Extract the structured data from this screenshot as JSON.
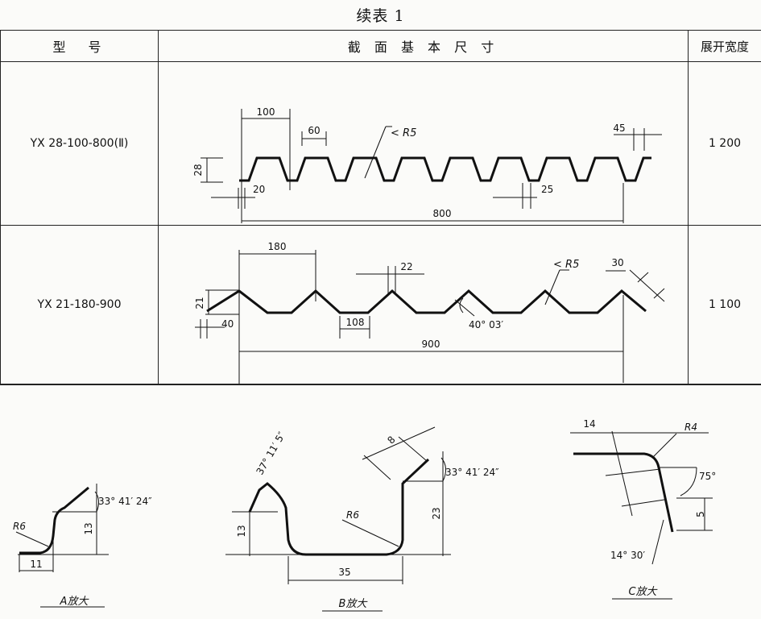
{
  "title": "续表 1",
  "table": {
    "headers": {
      "model": "型　号",
      "section": "截 面 基 本 尺 寸",
      "width": "展开宽度"
    },
    "rows": [
      {
        "model": "YX 28-100-800(Ⅱ)",
        "width": "1 200",
        "dims": {
          "pitch": "100",
          "top": "60",
          "radius": "R5",
          "edge": "45",
          "height": "28",
          "bottom": "20",
          "bottom2": "25",
          "total": "800"
        }
      },
      {
        "model": "YX 21-180-900",
        "width": "1 100",
        "dims": {
          "pitch": "180",
          "top": "22",
          "radius": "R5",
          "edge": "30",
          "height": "21",
          "bottom": "40",
          "flat": "108",
          "angle": "40° 03′",
          "total": "900"
        }
      }
    ]
  },
  "details": {
    "a": {
      "caption": "A放大",
      "radius": "R6",
      "angle": "33° 41′ 24″",
      "height": "13",
      "width": "11"
    },
    "b": {
      "caption": "B放大",
      "angle_left": "37° 11′ 5″",
      "angle_right": "33° 41′ 24″",
      "slant": "8",
      "h_left": "13",
      "h_right": "23",
      "radius": "R6",
      "bottom": "35"
    },
    "c": {
      "caption": "C放大",
      "top": "14",
      "radius": "R4",
      "angle": "75°",
      "height": "5",
      "angle2": "14° 30′"
    }
  }
}
